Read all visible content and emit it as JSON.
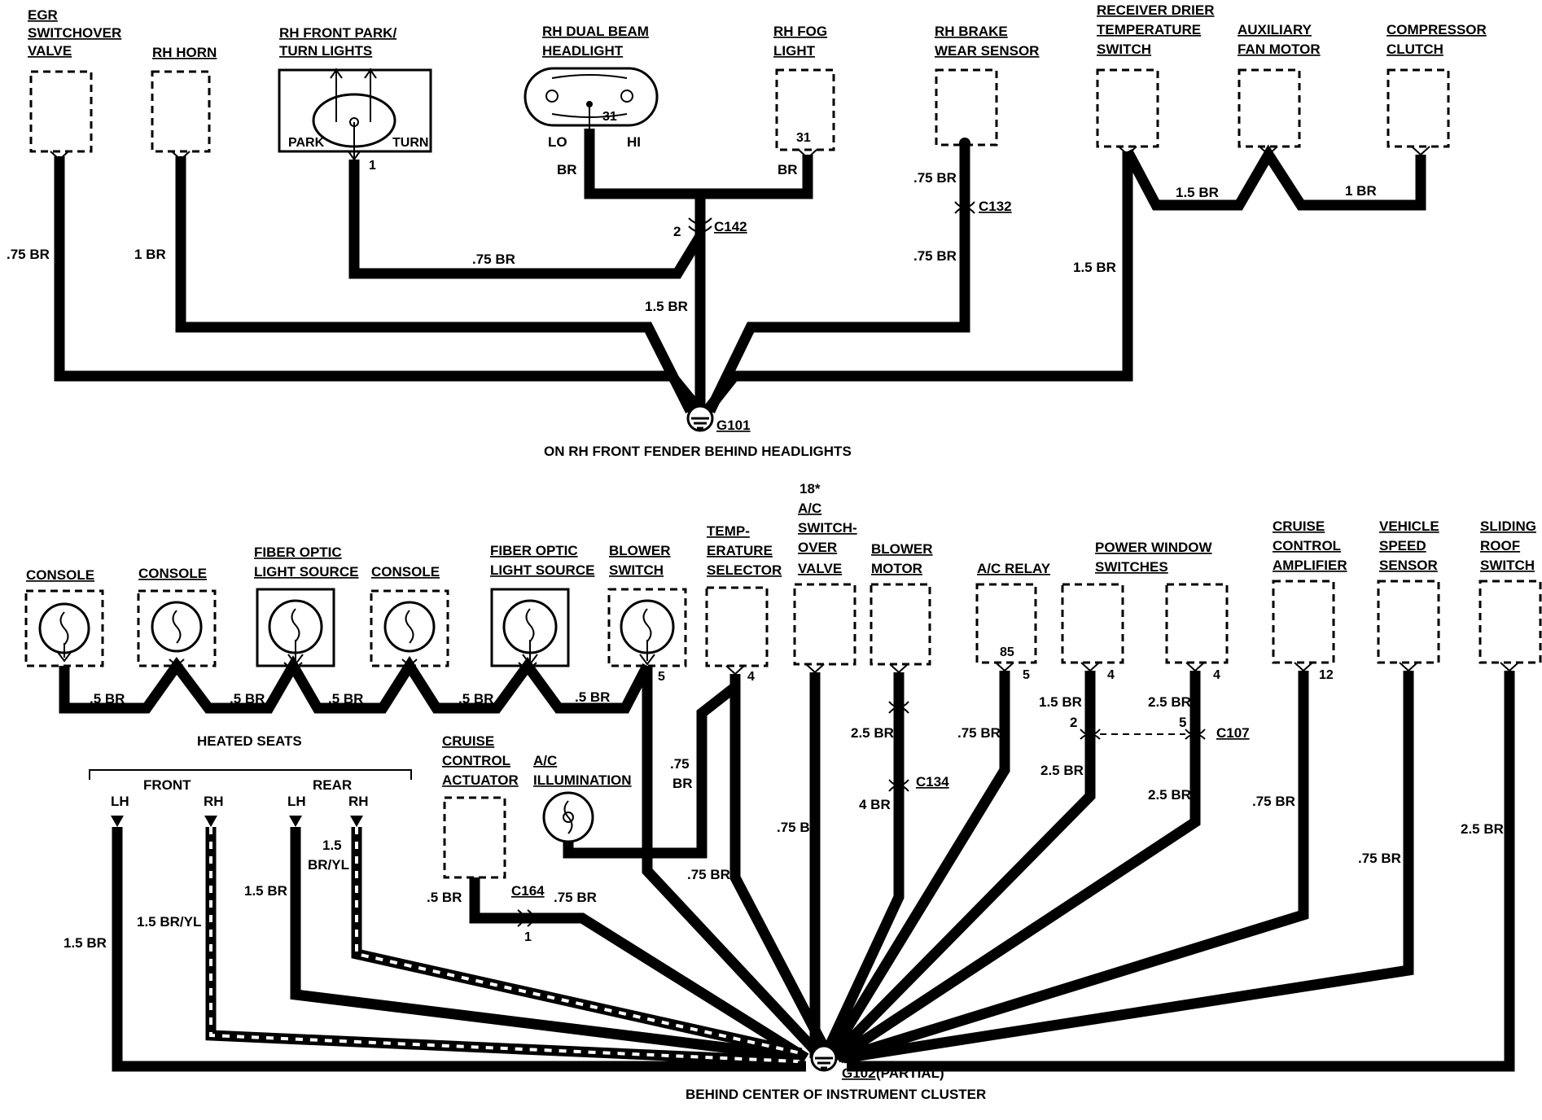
{
  "top": {
    "components": {
      "egr": [
        "EGR",
        "SWITCHOVER",
        "VALVE"
      ],
      "horn": [
        "RH HORN"
      ],
      "park": [
        "RH FRONT PARK/",
        "TURN LIGHTS"
      ],
      "park_sub_left": "PARK",
      "park_sub_right": "TURN",
      "park_pin": "1",
      "headlight": [
        "RH DUAL BEAM",
        "HEADLIGHT"
      ],
      "headlight_lo": "LO",
      "headlight_hi": "HI",
      "headlight_pin": "31",
      "fog": [
        "RH FOG",
        "LIGHT"
      ],
      "fog_pin": "31",
      "brake": [
        "RH BRAKE",
        "WEAR SENSOR"
      ],
      "receiver": [
        "RECEIVER DRIER",
        "TEMPERATURE",
        "SWITCH"
      ],
      "aux": [
        "AUXILIARY",
        "FAN MOTOR"
      ],
      "compressor": [
        "COMPRESSOR",
        "CLUTCH"
      ]
    },
    "wires": {
      "egr": ".75 BR",
      "horn": "1 BR",
      "park": ".75 BR",
      "headlight": "BR",
      "fog": "BR",
      "main": "1.5 BR",
      "brake_upper": ".75 BR",
      "brake_lower": ".75 BR",
      "receiver": "1.5 BR",
      "aux": "1.5 BR",
      "compressor": "1 BR"
    },
    "connectors": {
      "c142": "C142",
      "c142_pin": "2",
      "c132": "C132"
    },
    "ground": {
      "id": "G101",
      "location": "ON RH FRONT FENDER BEHIND HEADLIGHTS"
    }
  },
  "bottom": {
    "components": {
      "console1": [
        "CONSOLE"
      ],
      "console2": [
        "CONSOLE"
      ],
      "fiber1": [
        "FIBER OPTIC",
        "LIGHT SOURCE"
      ],
      "console3": [
        "CONSOLE"
      ],
      "fiber2": [
        "FIBER OPTIC",
        "LIGHT SOURCE"
      ],
      "blower_switch": [
        "BLOWER",
        "SWITCH"
      ],
      "blower_switch_pin": "5",
      "temp": [
        "TEMP-",
        "ERATURE",
        "SELECTOR"
      ],
      "temp_pin": "4",
      "ac_switch_note": "18*",
      "ac_switch": [
        "A/C",
        "SWITCH-",
        "OVER",
        "VALVE"
      ],
      "blower_motor": [
        "BLOWER",
        "MOTOR"
      ],
      "ac_relay": [
        "A/C RELAY"
      ],
      "ac_relay_inner": "85",
      "ac_relay_pin": "5",
      "power_window": [
        "POWER WINDOW",
        "SWITCHES"
      ],
      "pw1_pin": "4",
      "pw2_pin": "4",
      "cruise_amp": [
        "CRUISE",
        "CONTROL",
        "AMPLIFIER"
      ],
      "cruise_amp_pin": "12",
      "vss": [
        "VEHICLE",
        "SPEED",
        "SENSOR"
      ],
      "sunroof": [
        "SLIDING",
        "ROOF",
        "SWITCH"
      ],
      "cruise_act": [
        "CRUISE",
        "CONTROL",
        "ACTUATOR"
      ],
      "ac_illum": [
        "A/C",
        "ILLUMINATION"
      ]
    },
    "heated_seats": {
      "title": "HEATED SEATS",
      "front": "FRONT",
      "rear": "REAR",
      "lh1": "LH",
      "rh1": "RH",
      "lh2": "LH",
      "rh2": "RH"
    },
    "wires": {
      "console_links": [
        ".5 BR",
        ".5 BR",
        ".5 BR",
        ".5 BR",
        ".5 BR"
      ],
      "temp_a": ".75",
      "temp_b": "BR",
      "temp_lower": ".75 BR",
      "ac_switch": ".75 BR",
      "blower_upper": "2.5 BR",
      "blower_lower": "4 BR",
      "ac_relay": ".75 BR",
      "pw1_upper": "1.5 BR",
      "pw1_lower": "2.5 BR",
      "pw2_upper": "2.5 BR",
      "pw2_lower": "2.5 BR",
      "cruise_amp": ".75 BR",
      "vss": ".75 BR",
      "sunroof": "2.5 BR",
      "cruise_act": ".5 BR",
      "cruise_act_out": ".75 BR",
      "seat_front_lh": "1.5 BR",
      "seat_front_rh": "1.5 BR/YL",
      "seat_rear_lh": "1.5 BR",
      "seat_rear_rh_a": "1.5",
      "seat_rear_rh_b": "BR/YL"
    },
    "connectors": {
      "c164": "C164",
      "c164_pin": "1",
      "c134": "C134",
      "c107": "C107",
      "c107_pin_left": "2",
      "c107_pin_right": "5"
    },
    "ground": {
      "id": "G102",
      "suffix": "(PARTIAL)",
      "location": "BEHIND CENTER OF INSTRUMENT CLUSTER"
    }
  }
}
